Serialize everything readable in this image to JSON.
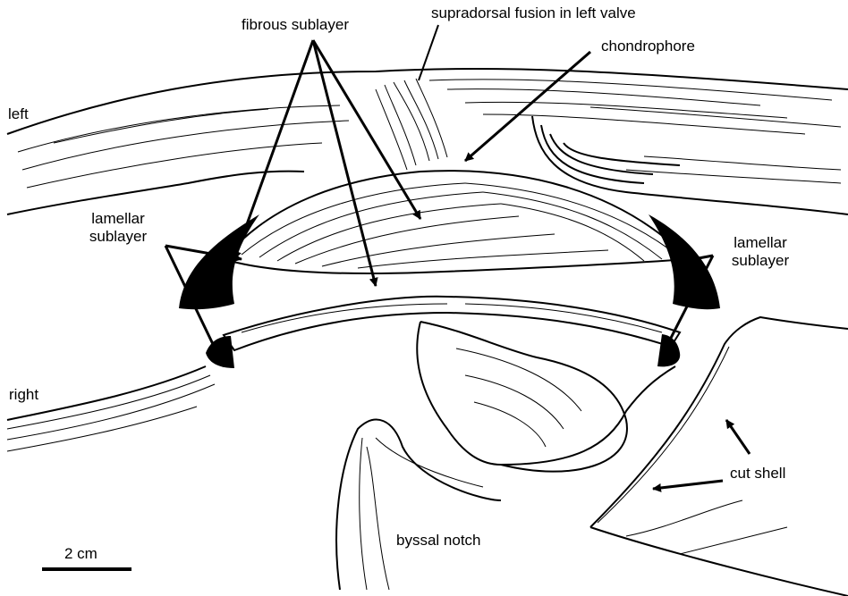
{
  "labels": {
    "fibrous_sublayer": "fibrous sublayer",
    "supradorsal_fusion": "supradorsal fusion in left valve",
    "chondrophore": "chondrophore",
    "left": "left",
    "right": "right",
    "lamellar_left_line1": "lamellar",
    "lamellar_left_line2": "sublayer",
    "lamellar_right_line1": "lamellar",
    "lamellar_right_line2": "sublayer",
    "cut_shell": "cut shell",
    "byssal_notch": "byssal notch",
    "scale_bar": "2 cm"
  }
}
